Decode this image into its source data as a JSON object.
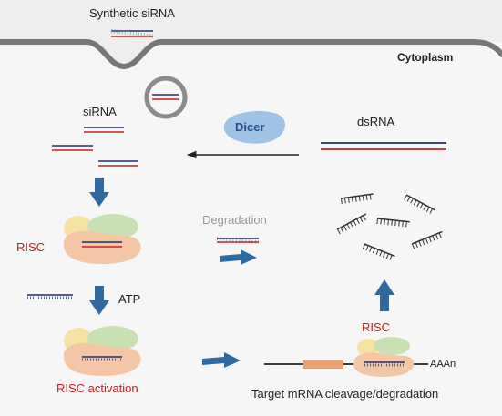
{
  "labels": {
    "synthetic_sirna": "Synthetic siRNA",
    "cytoplasm": "Cytoplasm",
    "sirna": "siRNA",
    "dicer": "Dicer",
    "dsrna": "dsRNA",
    "degradation": "Degradation",
    "risc_left": "RISC",
    "atp": "ATP",
    "risc_activation": "RISC activation",
    "risc_right": "RISC",
    "aaan": "AAAn",
    "target_mrna": "Target mRNA cleavage/degradation"
  },
  "colors": {
    "membrane": "#777777",
    "cytoplasm_fill": "#f6f6f6",
    "background": "#eeeeee",
    "rna_sense": "#1f2f6b",
    "rna_antisense": "#c8201f",
    "arrow_blue": "#2e6aa0",
    "dicer": "#9ec3e6",
    "risc_body": "#f3c7a6",
    "risc_green": "#c9e0b3",
    "risc_yellow": "#f6e3a3",
    "mrna_orange": "#e8a274",
    "label_red": "#c8201f",
    "label_grey": "#9a9a9a"
  }
}
